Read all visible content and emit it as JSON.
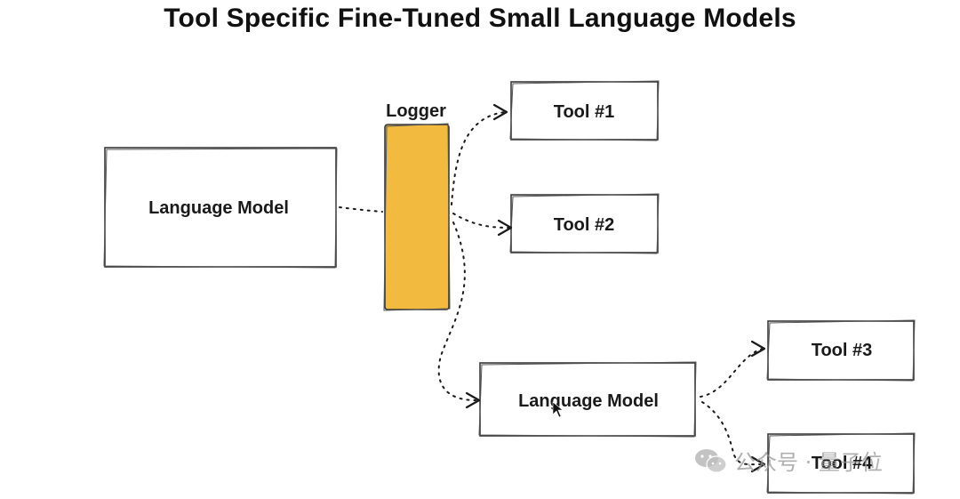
{
  "title": "Tool Specific Fine-Tuned Small Language Models",
  "nodes": {
    "main_model": "Language Model",
    "logger": "Logger",
    "tool1": "Tool #1",
    "tool2": "Tool #2",
    "sub_model": "Language Model",
    "tool3": "Tool #3",
    "tool4": "Tool #4"
  },
  "colors": {
    "logger_fill": "#F2BA3E",
    "stroke": "#3a3a3a"
  },
  "watermark": {
    "text": "公众号 · 量子位",
    "icon": "wechat-icon"
  }
}
